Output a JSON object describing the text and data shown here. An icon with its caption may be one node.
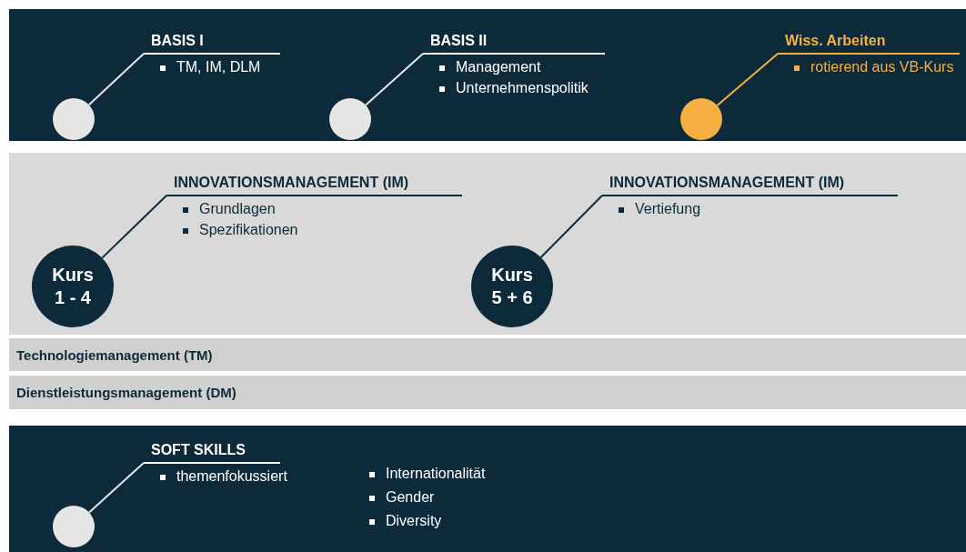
{
  "diagram": {
    "nodes": [
      {
        "text": [],
        "shape": "band"
      },
      {
        "text": [],
        "shape": "circle",
        "in": 0
      },
      {
        "text": [
          "BASIS I",
          "TM, IM, DLM"
        ],
        "in": 0
      },
      {
        "text": [],
        "shape": "circle",
        "in": 0
      },
      {
        "text": [
          "BASIS II",
          "Management",
          "Unternehmenspolitik"
        ],
        "in": 0
      },
      {
        "text": [],
        "shape": "circle",
        "in": 0
      },
      {
        "text": [
          "Wiss. Arbeiten",
          "rotierend aus VB-Kurs"
        ],
        "in": 0
      },
      {
        "text": [],
        "shape": "band"
      },
      {
        "text": [
          "Kurs 1 - 4"
        ],
        "in": 7
      },
      {
        "text": [
          "INNOVATIONSMANAGEMENT (IM)",
          "Grundlagen",
          "Spezifikationen"
        ],
        "in": 7
      },
      {
        "text": [
          "Kurs 5 + 6"
        ],
        "in": 7
      },
      {
        "text": [
          "INNOVATIONSMANAGEMENT (IM)",
          "Vertiefung"
        ],
        "in": 7
      },
      {
        "text": [
          "Technologiemanagement (TM)"
        ]
      },
      {
        "text": [
          "Dienstleistungsmanagement (DM)"
        ]
      },
      {
        "text": [],
        "shape": "band"
      },
      {
        "text": [],
        "shape": "circle",
        "in": 14
      },
      {
        "text": [
          "SOFT SKILLS",
          "themenfokussiert"
        ],
        "in": 14
      },
      {
        "text": [
          "Internationalität",
          "Gender",
          "Diversity"
        ],
        "in": 14
      }
    ],
    "edges": [
      {
        "from": 1,
        "to": 2,
        "arrow": "none"
      },
      {
        "from": 3,
        "to": 4,
        "arrow": "none"
      },
      {
        "from": 5,
        "to": 6,
        "arrow": "none",
        "color": "#f5b041"
      },
      {
        "from": 8,
        "to": 9,
        "arrow": "none",
        "color": "#0d2a3a"
      },
      {
        "from": 10,
        "to": 11,
        "arrow": "none",
        "color": "#0d2a3a"
      },
      {
        "from": 15,
        "to": 16,
        "arrow": "none"
      }
    ]
  }
}
